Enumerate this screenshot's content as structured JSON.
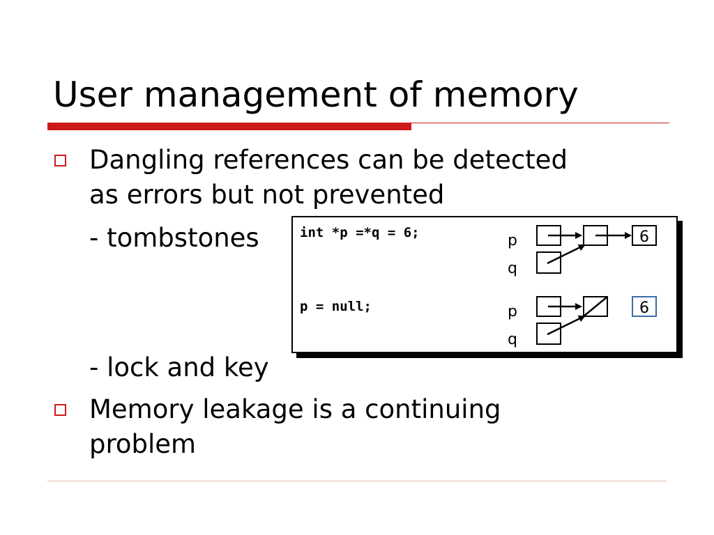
{
  "slide": {
    "title": "User management of memory",
    "bullets": [
      {
        "line1": "Dangling references can be detected",
        "line2": "as errors but not prevented"
      },
      {
        "line1": "Memory leakage is a continuing",
        "line2": "problem"
      }
    ],
    "sub_items": [
      "- tombstones",
      "- lock and key"
    ]
  },
  "panel": {
    "code1": "int *p =*q = 6;",
    "code2": "p = null;",
    "labels": [
      "p",
      "q",
      "p",
      "q"
    ],
    "value1": "6",
    "value2": "6"
  },
  "colors": {
    "accent": "#cc1a1a",
    "value_box_after_null": "#3a6ea5"
  }
}
